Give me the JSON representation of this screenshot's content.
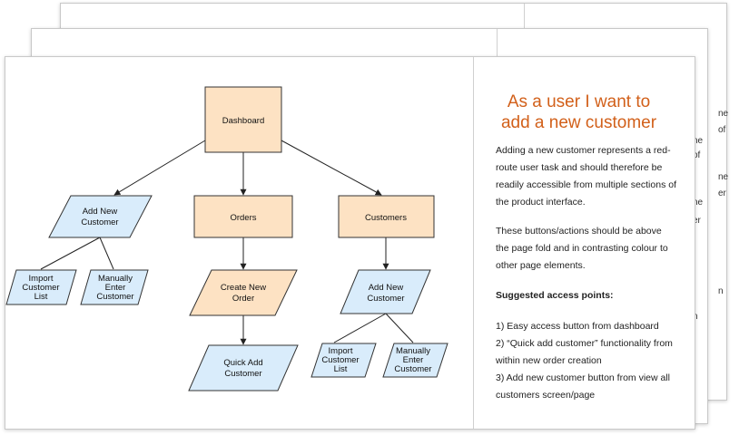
{
  "panel": {
    "title_line1": "As a user I want to",
    "title_line2": "add a new customer",
    "paragraph1": "Adding a new customer represents a red-route user task and should therefore be readily accessible from multiple sections of the product interface.",
    "paragraph2": "These buttons/actions should be above the page fold and in contrasting colour to other page elements.",
    "suggested_heading": "Suggested access points:",
    "points": [
      "1) Easy access button from dashboard",
      "2) “Quick add customer” functionality from within new order creation",
      "3) Add new customer button from view all customers screen/page"
    ]
  },
  "diagram": {
    "colors": {
      "peach": "#fde2c3",
      "blue": "#d9ecfb",
      "stroke": "#333333"
    },
    "dashboard": "Dashboard",
    "add_new_customer": [
      "Add New",
      "Customer"
    ],
    "orders": "Orders",
    "customers": "Customers",
    "import_list_left": [
      "Import",
      "Customer",
      "List"
    ],
    "manual_left": [
      "Manually",
      "Enter",
      "Customer"
    ],
    "create_new_order": [
      "Create New",
      "Order"
    ],
    "quick_add_customer": [
      "Quick Add",
      "Customer"
    ],
    "add_new_customer_right": [
      "Add New",
      "Customer"
    ],
    "import_list_right": [
      "Import",
      "Customer",
      "List"
    ],
    "manual_right": [
      "Manually",
      "Enter",
      "Customer"
    ]
  },
  "peek": {
    "back": [
      "ne",
      "of",
      "ne",
      "er",
      "n"
    ],
    "mid": [
      "ne",
      "of",
      "ne",
      "er",
      "n"
    ]
  }
}
